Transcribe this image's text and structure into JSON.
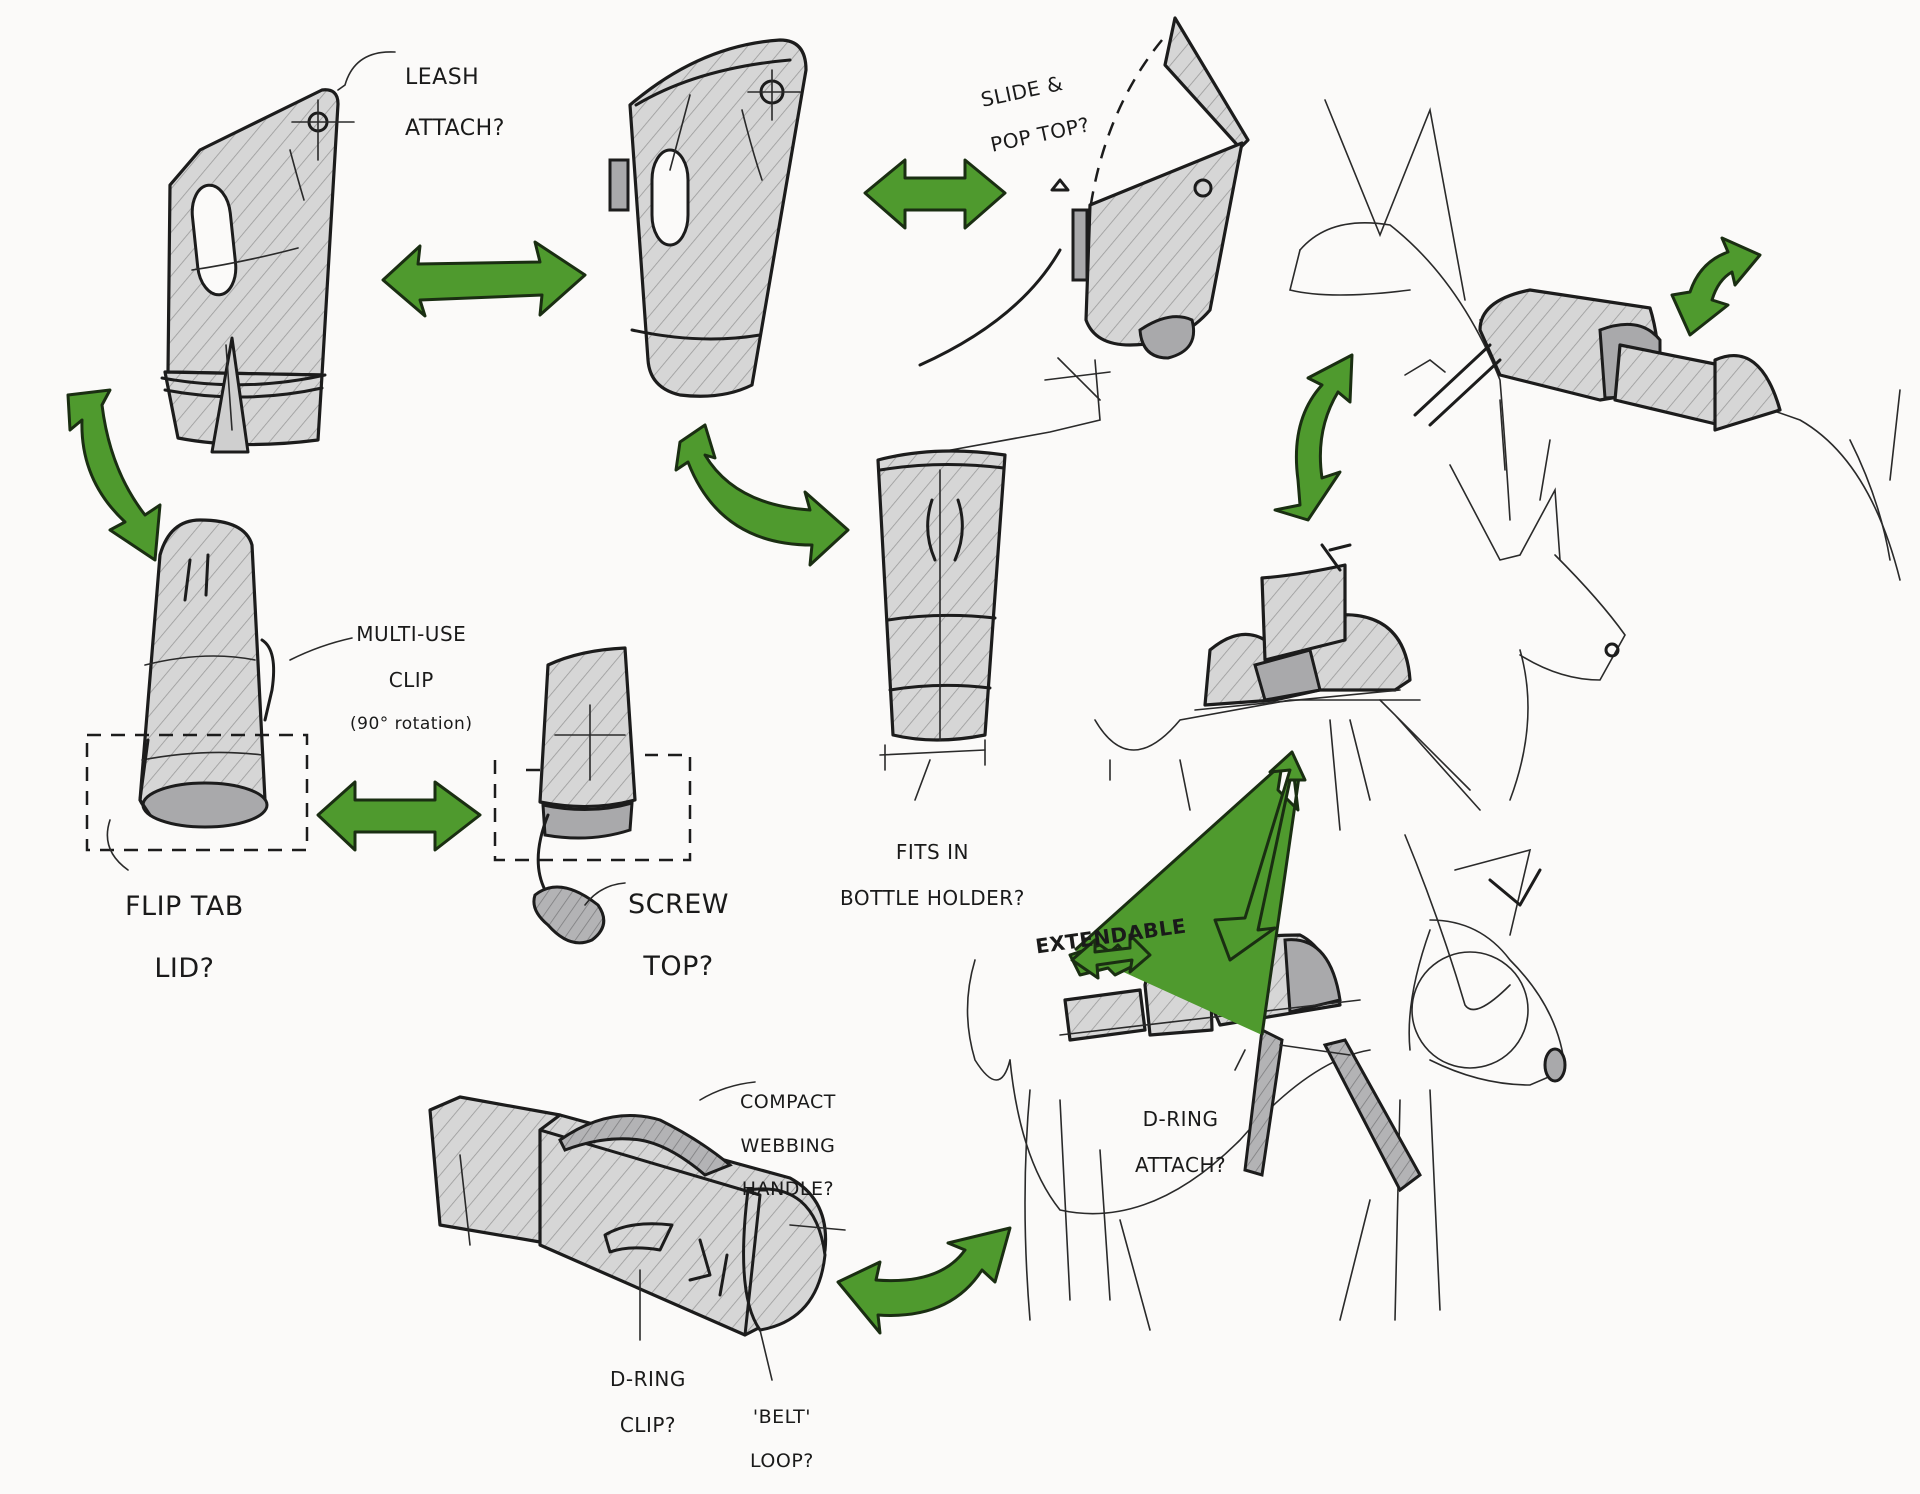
{
  "annotations": {
    "leash_attach": [
      "LEASH",
      "ATTACH?"
    ],
    "slide_pop_top": [
      "SLIDE &",
      "POP TOP?"
    ],
    "multi_use_clip": [
      "MULTI-USE",
      "CLIP",
      "(90° rotation)"
    ],
    "flip_tab_lid": [
      "FLIP TAB",
      "LID?"
    ],
    "screw_top": [
      "SCREW",
      "TOP?"
    ],
    "fits_bottle_holder": [
      "FITS IN",
      "BOTTLE HOLDER?"
    ],
    "extendable": [
      "EXTENDABLE"
    ],
    "d_ring_attach": [
      "D-RING",
      "ATTACH?"
    ],
    "compact_handle": [
      "COMPACT",
      "WEBBING",
      "HANDLE?"
    ],
    "d_ring_clip": [
      "D-RING",
      "CLIP?"
    ],
    "belt_loop": [
      "'BELT'",
      "LOOP?"
    ]
  },
  "colors": {
    "ink": "#1c1c1c",
    "arrow": "#4f9a2e",
    "shade": "#d6d6d6",
    "paper": "#fbfaf9"
  },
  "icons": {
    "transition_arrow": "double-headed-arrow-icon",
    "rotation_arrow": "curved-arrow-icon"
  }
}
